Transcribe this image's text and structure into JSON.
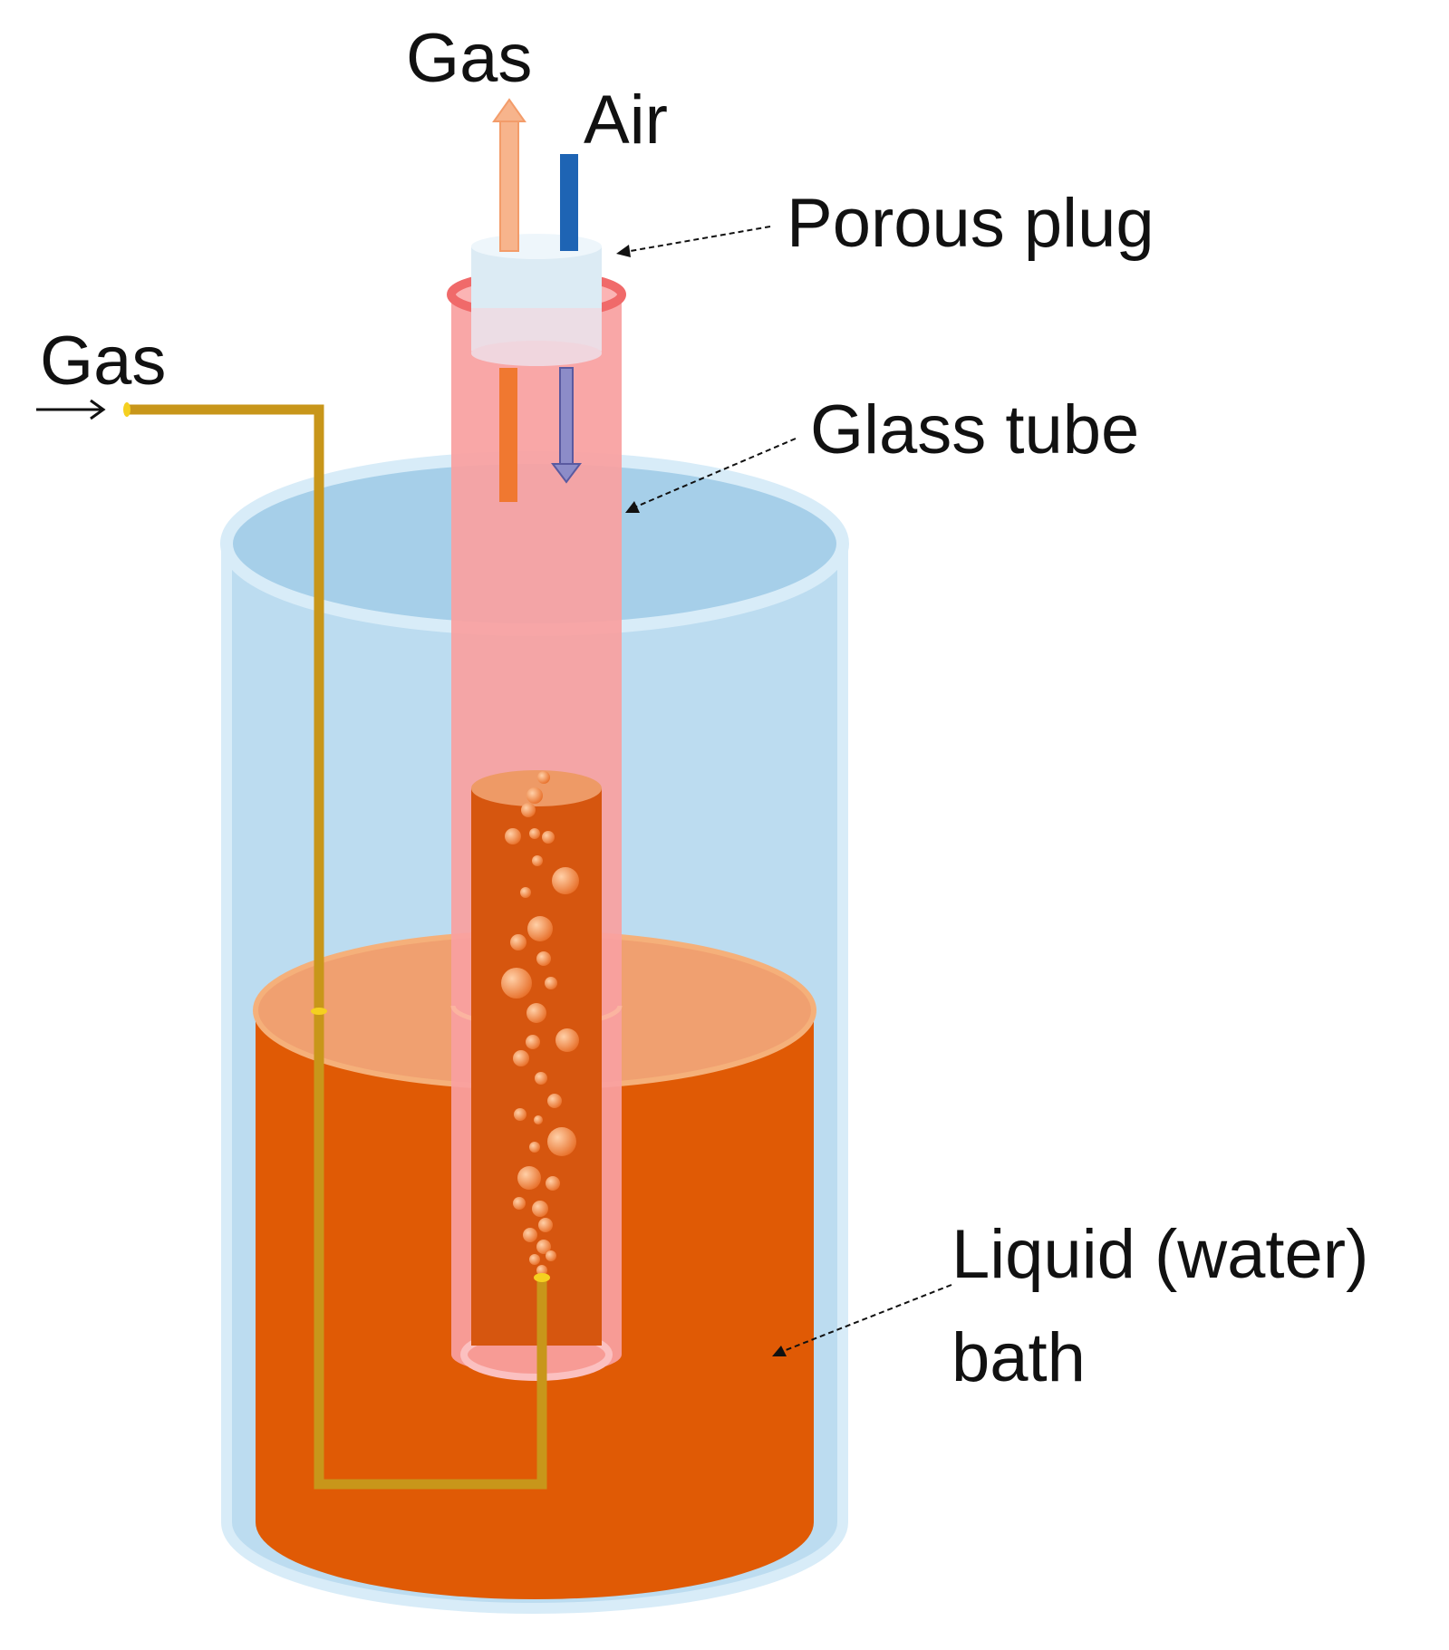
{
  "labels": {
    "gas_outlet": "Gas",
    "air_inlet": "Air",
    "porous_plug": "Porous plug",
    "gas_inlet": "Gas",
    "glass_tube": "Glass tube",
    "liquid_bath_line1": "Liquid (water)",
    "liquid_bath_line2": "bath"
  },
  "colors": {
    "outer_container": "#bcdcf0",
    "outer_rim": "#d8ecf8",
    "container_surface": "#a6cfe9",
    "glass_tube": "#f9a0a0",
    "glass_tube_rim": "#f06a6a",
    "porous_plug": "#dcebf4",
    "liquid": "#e05a05",
    "liquid_surface": "#f0a070",
    "liquid_column": "#d6560f",
    "bubbles": "#f08a3c",
    "gas_pipe": "#c8961a",
    "gas_arrow": "#f7b48c",
    "air_arrow": "#1e64b4",
    "air_arrow_down": "#8c8cc8",
    "orange_bar": "#f07830"
  }
}
